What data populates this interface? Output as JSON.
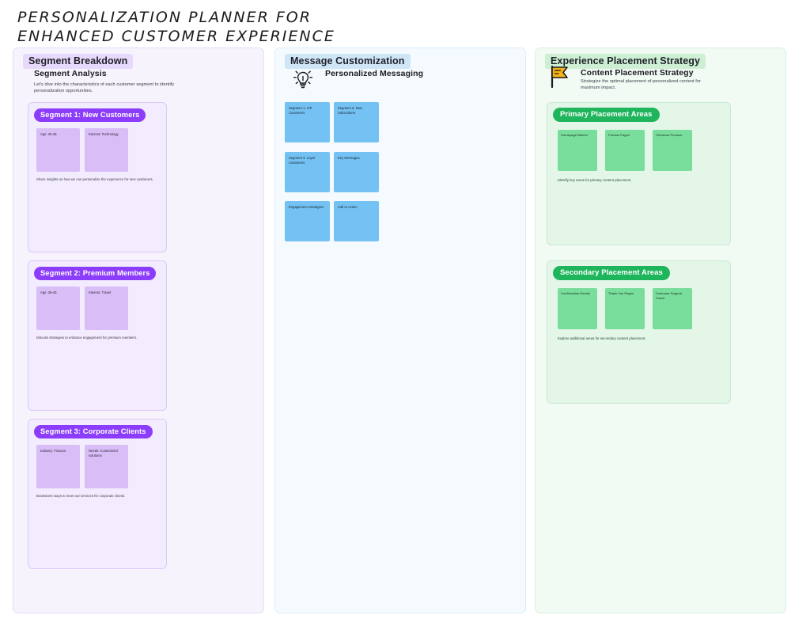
{
  "board": {
    "title": "PERSONALIZATION PLANNER FOR\nENHANCED CUSTOMER EXPERIENCE"
  },
  "colors": {
    "purple_accent": "#8b3dfb",
    "purple_chip": "#e6d9fb",
    "purple_note": "#d9bdf7",
    "blue_chip": "#cfe6f7",
    "blue_note": "#74c2f3",
    "green_accent": "#1fb55c",
    "green_chip": "#cdf0d4",
    "green_note": "#79dd9b",
    "flag_icon": "#f5b317"
  },
  "columns": [
    {
      "id": "segment-breakdown",
      "chip": "Segment Breakdown",
      "heading": "Segment Analysis",
      "description": "Let's dive into the characteristics of each customer segment to identify personalization opportunities.",
      "cards": [
        {
          "badge": "Segment 1: New Customers",
          "notes": [
            "Age: 25-35",
            "Interest: Technology"
          ],
          "caption": "Share insights on how we can personalize the experience for new customers."
        },
        {
          "badge": "Segment 2: Premium Members",
          "notes": [
            "Age: 35-45",
            "Interest: Travel"
          ],
          "caption": "Discuss strategies to enhance engagement for premium members."
        },
        {
          "badge": "Segment 3: Corporate Clients",
          "notes": [
            "Industry: Finance",
            "Needs: Customized solutions"
          ],
          "caption": "Brainstorm ways to meet our services for corporate clients."
        }
      ]
    },
    {
      "id": "message-customization",
      "chip": "Message Customization",
      "heading": "Personalized Messaging",
      "icon": "lightbulb-icon",
      "notes": [
        "Segment 1: VIP Customers",
        "Segment 2: New Subscribers",
        "Segment 3: Loyal Customers",
        "Key Messages",
        "Engagement Strategies",
        "Call to Action"
      ]
    },
    {
      "id": "experience-placement-strategy",
      "chip": "Experience Placement Strategy",
      "heading": "Content Placement Strategy",
      "description": "Strategize the optimal placement of personalized content for maximum impact.",
      "icon": "flag-icon",
      "cards": [
        {
          "badge": "Primary Placement Areas",
          "notes": [
            "Homepage Banner",
            "Product Pages",
            "Checkout Process"
          ],
          "caption": "Identify key areas for primary content placement."
        },
        {
          "badge": "Secondary Placement Areas",
          "notes": [
            "Confirmation Emails",
            "Thank You Pages",
            "Customer Support Portal"
          ],
          "caption": "Explore additional areas for secondary content placement."
        }
      ]
    }
  ]
}
